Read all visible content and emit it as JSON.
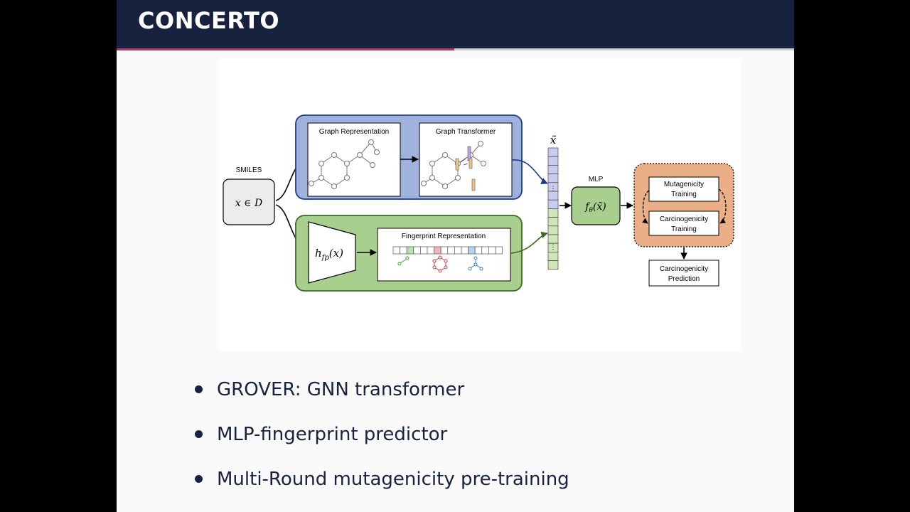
{
  "title": "CONCERTO",
  "diagram": {
    "smiles_label": "SMILES",
    "input_node": "x ∈ D",
    "graph_representation": "Graph Representation",
    "graph_transformer": "Graph Transformer",
    "fingerprint_encoder": "h",
    "fingerprint_encoder_sub": "fp",
    "fingerprint_encoder_arg": "(x)",
    "fingerprint_representation": "Fingerprint Representation",
    "concat_vector": "x̃",
    "vector_dots": "⋮",
    "mlp_label": "MLP",
    "mlp_node": "f",
    "mlp_node_sub": "θ",
    "mlp_node_arg": "(x̃)",
    "mutagenicity_training_1": "Mutagenicity",
    "mutagenicity_training_2": "Training",
    "carcinogenicity_training_1": "Carcinogenicity",
    "carcinogenicity_training_2": "Training",
    "prediction_1": "Carcinogenicity",
    "prediction_2": "Prediction",
    "colors": {
      "graph_branch": "#9fb2de",
      "graph_border": "#1f3a8a",
      "fingerprint_branch": "#a9cf8e",
      "fingerprint_border": "#3d6b25",
      "training_box": "#eaaf87"
    }
  },
  "bullets": [
    "GROVER: GNN transformer",
    "MLP-fingerprint predictor",
    "Multi-Round mutagenicity pre-training"
  ]
}
